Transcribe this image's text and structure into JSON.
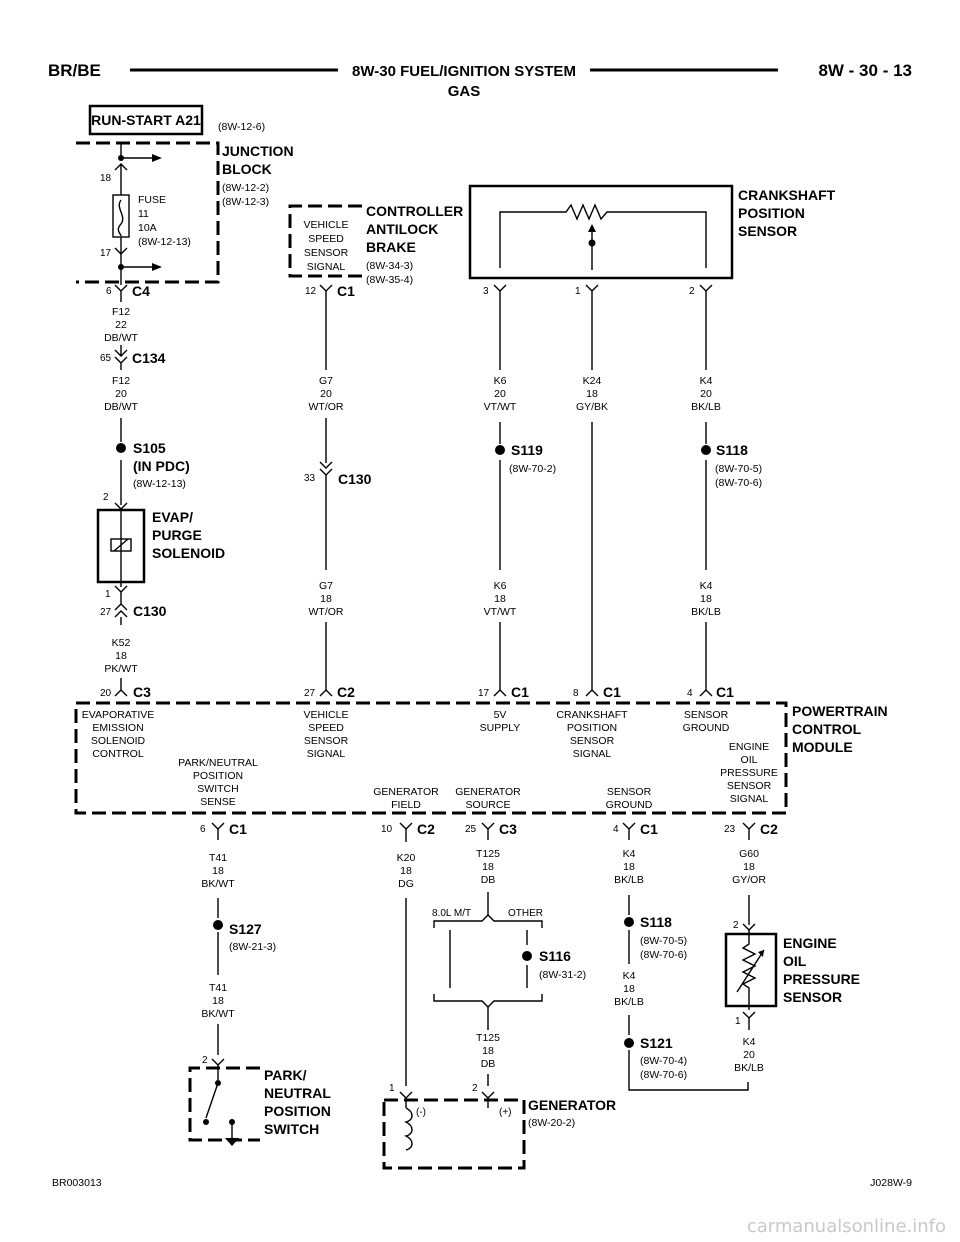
{
  "header": {
    "left": "BR/BE",
    "title": "8W-30 FUEL/IGNITION SYSTEM",
    "subtitle": "GAS",
    "right": "8W - 30 - 13"
  },
  "footer": {
    "left": "BR003013",
    "right": "J028W-9",
    "watermark": "carmanualsonline.info"
  },
  "junction": {
    "run_start": "RUN-START A21",
    "run_start_ref": "(8W-12-6)",
    "name1": "JUNCTION",
    "name2": "BLOCK",
    "ref1": "(8W-12-2)",
    "ref2": "(8W-12-3)",
    "fuse_label": "FUSE",
    "fuse_num": "11",
    "fuse_amp": "10A",
    "fuse_ref": "(8W-12-13)",
    "pin_top": "18",
    "pin_bottom": "17",
    "conn_pin": "6",
    "conn": "C4"
  },
  "left_chain": {
    "w1a": "F12",
    "w1b": "22",
    "w1c": "DB/WT",
    "c134_pin": "65",
    "c134": "C134",
    "w2a": "F12",
    "w2b": "20",
    "w2c": "DB/WT",
    "s105": "S105",
    "s105b": "(IN PDC)",
    "s105_ref": "(8W-12-13)",
    "evap_pin_top": "2",
    "evap_pin_bot": "1",
    "evap1": "EVAP/",
    "evap2": "PURGE",
    "evap3": "SOLENOID",
    "c130_pin": "27",
    "c130": "C130",
    "w3a": "K52",
    "w3b": "18",
    "w3c": "PK/WT",
    "pcm_pin": "20",
    "pcm_conn": "C3"
  },
  "abs": {
    "box1": "VEHICLE",
    "box2": "SPEED",
    "box3": "SENSOR",
    "box4": "SIGNAL",
    "name1": "CONTROLLER",
    "name2": "ANTILOCK",
    "name3": "BRAKE",
    "ref1": "(8W-34-3)",
    "ref2": "(8W-35-4)",
    "pin": "12",
    "conn": "C1",
    "w1a": "G7",
    "w1b": "20",
    "w1c": "WT/OR",
    "c130_pin": "33",
    "c130": "C130",
    "w2a": "G7",
    "w2b": "18",
    "w2c": "WT/OR",
    "pcm_pin": "27",
    "pcm_conn": "C2"
  },
  "crank": {
    "name1": "CRANKSHAFT",
    "name2": "POSITION",
    "name3": "SENSOR",
    "pin3": "3",
    "pin1": "1",
    "pin2": "2",
    "k6a": "K6",
    "k6b": "20",
    "k6c": "VT/WT",
    "k24a": "K24",
    "k24b": "18",
    "k24c": "GY/BK",
    "k4a": "K4",
    "k4b": "20",
    "k4c": "BK/LB",
    "s119": "S119",
    "s119_ref": "(8W-70-2)",
    "s118": "S118",
    "s118_ref1": "(8W-70-5)",
    "s118_ref2": "(8W-70-6)",
    "k6d": "K6",
    "k6e": "18",
    "k6f": "VT/WT",
    "k4d": "K4",
    "k4e": "18",
    "k4f": "BK/LB",
    "pin17": "17",
    "c17": "C1",
    "pin8": "8",
    "c8": "C1",
    "pin4": "4",
    "c4": "C1"
  },
  "pcm": {
    "name1": "POWERTRAIN",
    "name2": "CONTROL",
    "name3": "MODULE",
    "evap": [
      "EVAPORATIVE",
      "EMISSION",
      "SOLENOID",
      "CONTROL"
    ],
    "vss": [
      "VEHICLE",
      "SPEED",
      "SENSOR",
      "SIGNAL"
    ],
    "v5": [
      "5V",
      "SUPPLY"
    ],
    "ckp": [
      "CRANKSHAFT",
      "POSITION",
      "SENSOR",
      "SIGNAL"
    ],
    "sg": [
      "SENSOR",
      "GROUND"
    ],
    "pn": [
      "PARK/NEUTRAL",
      "POSITION",
      "SWITCH",
      "SENSE"
    ],
    "gf": [
      "GENERATOR",
      "FIELD"
    ],
    "gs": [
      "GENERATOR",
      "SOURCE"
    ],
    "sg2": [
      "SENSOR",
      "GROUND"
    ],
    "eop": [
      "ENGINE",
      "OIL",
      "PRESSURE",
      "SENSOR",
      "SIGNAL"
    ]
  },
  "bottom": {
    "pn_pin": "6",
    "pn_conn": "C1",
    "t41a": "T41",
    "t41b": "18",
    "t41c": "BK/WT",
    "s127": "S127",
    "s127_ref": "(8W-21-3)",
    "t41d": "T41",
    "t41e": "18",
    "t41f": "BK/WT",
    "sw_pin": "2",
    "sw1": "PARK/",
    "sw2": "NEUTRAL",
    "sw3": "POSITION",
    "sw4": "SWITCH",
    "gf_pin": "10",
    "gf_conn": "C2",
    "k20a": "K20",
    "k20b": "18",
    "k20c": "DG",
    "gs_pin": "25",
    "gs_conn": "C3",
    "t125a": "T125",
    "t125b": "18",
    "t125c": "DB",
    "m8l": "8.0L M/T",
    "other": "OTHER",
    "s116": "S116",
    "s116_ref": "(8W-31-2)",
    "t125d": "T125",
    "t125e": "18",
    "t125f": "DB",
    "gen_pin1": "1",
    "gen_pin2": "2",
    "gen_minus": "(-)",
    "gen_plus": "(+)",
    "gen": "GENERATOR",
    "gen_ref": "(8W-20-2)",
    "sg_pin": "4",
    "sg_conn": "C1",
    "k4a": "K4",
    "k4b": "18",
    "k4c": "BK/LB",
    "s118": "S118",
    "s118_ref1": "(8W-70-5)",
    "s118_ref2": "(8W-70-6)",
    "k4d": "K4",
    "k4e": "18",
    "k4f": "BK/LB",
    "s121": "S121",
    "s121_ref1": "(8W-70-4)",
    "s121_ref2": "(8W-70-6)",
    "eop_pin": "23",
    "eop_conn": "C2",
    "g60a": "G60",
    "g60b": "18",
    "g60c": "GY/OR",
    "eop_top": "2",
    "eop_bot": "1",
    "eop1": "ENGINE",
    "eop2": "OIL",
    "eop3": "PRESSURE",
    "eop4": "SENSOR",
    "k4g": "K4",
    "k4h": "20",
    "k4i": "BK/LB"
  }
}
